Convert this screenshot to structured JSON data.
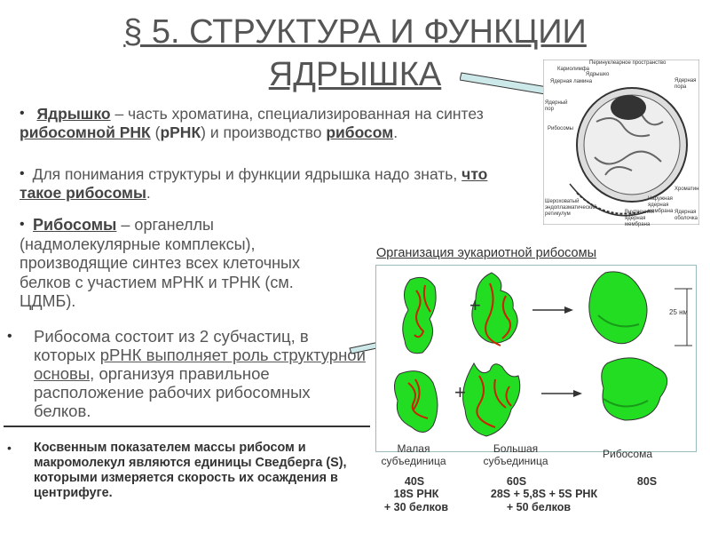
{
  "title": {
    "line1": "§ 5. СТРУКТУРА  И  ФУНКЦИИ",
    "line2": "ЯДРЫШКА"
  },
  "bullets": [
    {
      "term": "Ядрышко",
      "text1": " – часть хроматина, специализированная на синтез ",
      "em1": "рибосомной РНК",
      "text2": " (",
      "em2": "рРНК",
      "text3": ") и производство ",
      "em3": "рибосом",
      "text4": "."
    },
    {
      "text1": "  Для понимания структуры и функции ядрышка надо знать, ",
      "em1": "что такое рибосомы",
      "text2": "."
    },
    {
      "term": "Рибосомы",
      "text1": " – органеллы (надмолекулярные комплексы), производящие синтез всех клеточных белков с участием мРНК и тРНК (см. ЦДМБ)."
    }
  ],
  "ribosome_para": {
    "text1": "Рибосома состоит из 2 субчастиц, в которых ",
    "em1": "рРНК выполняет роль структурной основы",
    "text2": ", организуя правильное расположение рабочих рибосомных белков."
  },
  "note": "Косвенным показателем массы рибосом и макромолекул являются единицы Сведберга (S), которыми измеряется скорость их осаждения в центрифуге.",
  "nucleus_labels": {
    "perinuclear": "Перинуклеарное пространство",
    "karyolymph": "Кариолимфа",
    "nucleolus": "Ядрышко",
    "lamina": "Ядерная ламина",
    "pore": "Ядерная пора",
    "nuclear_pore2": "Ядерный пор",
    "ribosomes": "Рибосомы",
    "rough_er": "Шероховатый эндоплазматический ретикулум",
    "chromatin": "Хроматин",
    "outer_membrane": "Наружная ядерная мембрана",
    "inner_membrane": "Внутренняя ядерная мембрана",
    "envelope": "Ядерная оболочка"
  },
  "diagram": {
    "caption": "Организация эукариотной рибосомы",
    "scale": "25 нм",
    "small_label": "Малая субъединица",
    "large_label": "Большая субъединица",
    "ribosome_label": "Рибосома",
    "small_s": "40S",
    "small_rna": "18S РНК",
    "small_prot": "+ 30 белков",
    "large_s": "60S",
    "large_rna": "28S + 5,8S + 5S РНК",
    "large_prot": "+ 50 белков",
    "ribo_s": "80S"
  },
  "colors": {
    "green": "#22dd22",
    "red": "#cc2200",
    "arrow_fill": "#cde8e8"
  }
}
